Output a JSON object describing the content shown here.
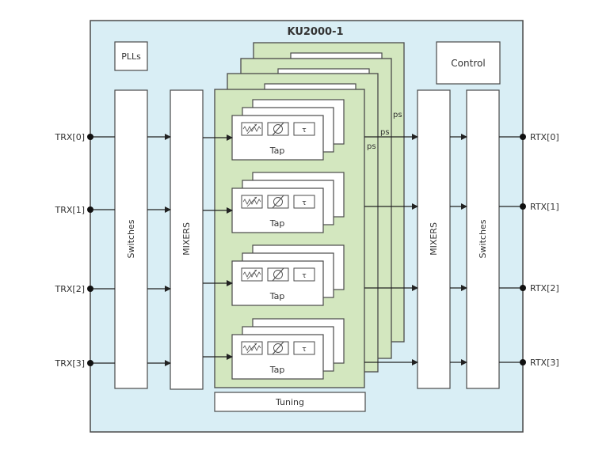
{
  "title": "KU2000-1",
  "blocks": {
    "plls": "PLLs",
    "control": "Control",
    "left_switches": "Switches",
    "left_mixers": "MIXERS",
    "right_mixers": "MIXERS",
    "right_switches": "Switches",
    "tuning": "Tuning"
  },
  "tap": {
    "label": "Tap",
    "back_layer_label": "ps",
    "icons": [
      "variable-attenuator-icon",
      "phase-shifter-icon",
      "delay-icon"
    ],
    "delay_symbol": "τ"
  },
  "inputs": [
    "TRX[0]",
    "TRX[1]",
    "TRX[2]",
    "TRX[3]"
  ],
  "outputs": [
    "RTX[0]",
    "RTX[1]",
    "RTX[2]",
    "RTX[3]"
  ],
  "colors": {
    "background": "#d9eef5",
    "layer_fill": "#d3e7bf",
    "block_fill": "#ffffff",
    "stroke": "#4a4a4a",
    "text": "#333333"
  }
}
